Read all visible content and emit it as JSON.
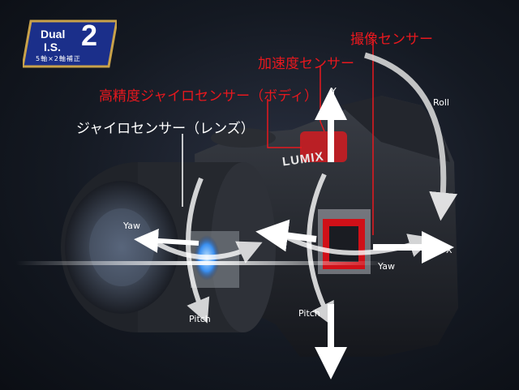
{
  "badge": {
    "line1": "Dual",
    "line2": "I.S.",
    "number": "2",
    "subtitle": "5軸×2軸補正"
  },
  "callouts": {
    "image_sensor": "撮像センサー",
    "accel_sensor": "加速度センサー",
    "gyro_body": "高精度ジャイロセンサー（ボディ）",
    "gyro_lens": "ジャイロセンサー（レンズ）"
  },
  "axes": {
    "y": "Y",
    "x": "X",
    "roll": "Roll",
    "yaw_lens": "Yaw",
    "yaw_body": "Yaw",
    "pitch_lens": "Pitch",
    "pitch_body": "Pitch"
  },
  "camera": {
    "brand": "LUMIX"
  },
  "colors": {
    "callout_red": "#e8181e",
    "sensor_red": "#d01018",
    "badge_blue": "#1b2f8a",
    "badge_gold": "#c9a24a"
  }
}
